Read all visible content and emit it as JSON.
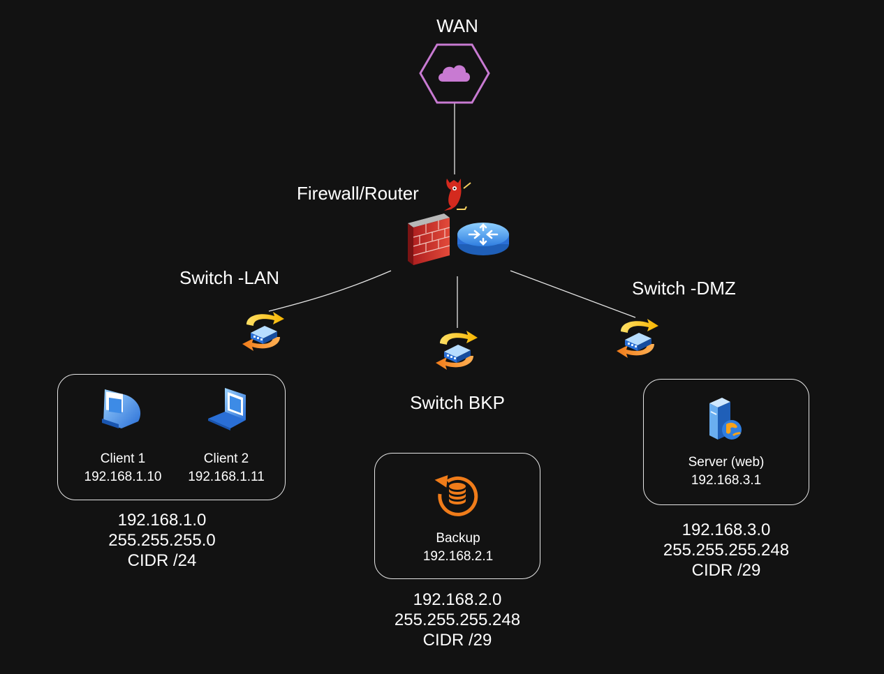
{
  "wan": {
    "label": "WAN"
  },
  "firewall": {
    "label": "Firewall/Router"
  },
  "switches": {
    "lan": {
      "label": "Switch -LAN"
    },
    "bkp": {
      "label": "Switch BKP"
    },
    "dmz": {
      "label": "Switch -DMZ"
    }
  },
  "lan": {
    "clients": [
      {
        "name": "Client 1",
        "ip": "192.168.1.10"
      },
      {
        "name": "Client 2",
        "ip": "192.168.1.11"
      }
    ],
    "network": "192.168.1.0",
    "mask": "255.255.255.0",
    "cidr": "CIDR /24"
  },
  "backup": {
    "name": "Backup",
    "ip": "192.168.2.1",
    "network": "192.168.2.0",
    "mask": "255.255.255.248",
    "cidr": "CIDR /29"
  },
  "dmz": {
    "name": "Server (web)",
    "ip": "192.168.3.1",
    "network": "192.168.3.0",
    "mask": "255.255.255.248",
    "cidr": "CIDR /29"
  },
  "colors": {
    "background": "#121212",
    "wan_stroke": "#c87ad2",
    "switch_arrow_yellow": "#f7c21b",
    "switch_arrow_orange": "#f07c1a",
    "device_blue": "#2f7ee0",
    "backup_orange": "#f07c1a"
  },
  "icons": {
    "wan": "cloud-icon",
    "daemon": "bsd-daemon-icon",
    "firewall": "brick-wall-icon",
    "router": "router-icon",
    "switch": "switch-icon",
    "client1": "desktop-computer-icon",
    "client2": "laptop-icon",
    "backup": "backup-database-icon",
    "server": "web-server-icon"
  }
}
